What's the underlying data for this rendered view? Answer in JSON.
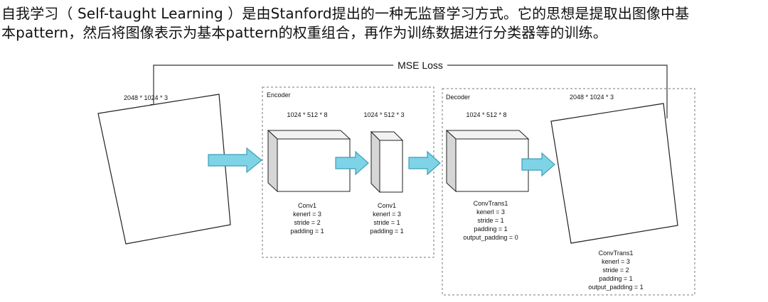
{
  "intro": {
    "line1": "自我学习（ Self-taught Learning ）是由Stanford提出的一种无监督学习方式。它的思想是提取出图像中基",
    "line2": "本pattern，然后将图像表示为基本pattern的权重组合，再作为训练数据进行分类器等的训练。"
  },
  "diagram": {
    "loss_label": "MSE Loss",
    "input_image": {
      "dims": "2048 * 1024 * 3"
    },
    "encoder": {
      "title": "Encoder",
      "layers": [
        {
          "dims": "1024 * 512 * 8",
          "name": "Conv1",
          "params": [
            "kenerl = 3",
            "stride = 2",
            "padding = 1"
          ]
        },
        {
          "dims": "1024 * 512 * 3",
          "name": "Conv1",
          "params": [
            "kenerl = 3",
            "stride = 1",
            "padding = 1"
          ]
        }
      ]
    },
    "decoder": {
      "title": "Decoder",
      "layers": [
        {
          "dims": "1024 * 512 * 8",
          "name": "ConvTrans1",
          "params": [
            "kenerl = 3",
            "stride = 1",
            "padding = 1",
            "output_padding = 0"
          ]
        }
      ]
    },
    "output_image": {
      "dims": "2048 * 1024 * 3",
      "name": "ConvTrans1",
      "params": [
        "kenerl = 3",
        "stride = 2",
        "padding = 1",
        "output_padding = 1"
      ]
    },
    "colors": {
      "arrow_fill": "#7fd3e6",
      "arrow_stroke": "#3c9fb8",
      "block_front": "#ffffff",
      "block_top": "#f2f2f2",
      "block_side": "#d6d6d6",
      "line": "#333333",
      "dashed_box": "#777777"
    }
  }
}
